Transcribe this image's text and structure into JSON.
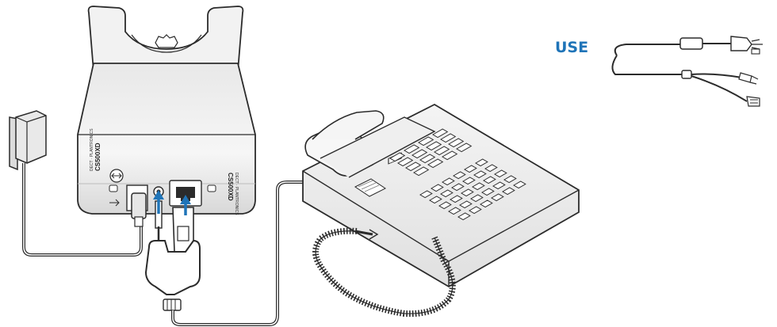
{
  "callout": {
    "label": "USE"
  },
  "base": {
    "brand": "CS500XD",
    "brand_right": "CS500XD",
    "subtext": "DECT · PLANTRONICS"
  },
  "colors": {
    "arrow": "#1f74b8",
    "label": "#1f74b8",
    "outline": "#2b2b2b",
    "base_fill": "#f3f3f3"
  }
}
